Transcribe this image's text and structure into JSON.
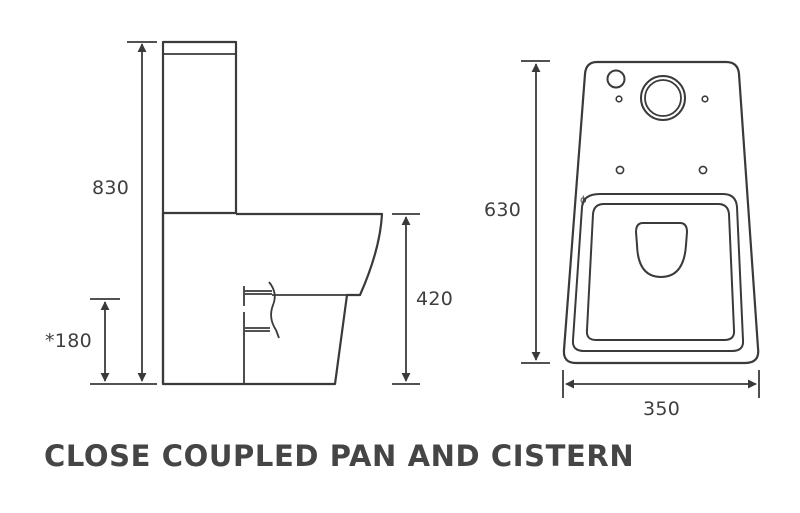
{
  "title": "CLOSE COUPLED PAN AND CISTERN",
  "side_view": {
    "dimensions": {
      "overall_height": "830",
      "pan_height": "420",
      "outlet_height": "*180"
    }
  },
  "top_view": {
    "dimensions": {
      "depth": "630",
      "width": "350"
    },
    "symbols": {
      "diameter_mark": "ϕ"
    }
  },
  "colors": {
    "line": "#3a3a3a",
    "text": "#3f3f3f",
    "title": "#454545",
    "background": "#ffffff"
  }
}
